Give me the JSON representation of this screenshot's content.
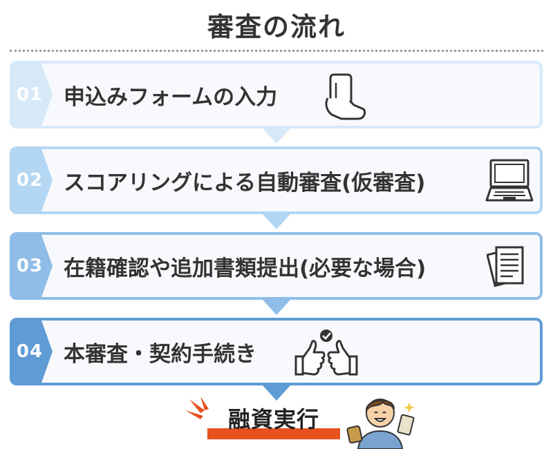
{
  "title": "審査の流れ",
  "steps": [
    {
      "number": "01",
      "label": "申込みフォームの入力",
      "icon": "smartphone-icon",
      "color": "#d6e9f9"
    },
    {
      "number": "02",
      "label": "スコアリングによる自動審査(仮審査)",
      "icon": "laptop-icon",
      "color": "#b3d6f3"
    },
    {
      "number": "03",
      "label": "在籍確認や追加書類提出(必要な場合)",
      "icon": "documents-icon",
      "color": "#8fbde8"
    },
    {
      "number": "04",
      "label": "本審査・契約手続き",
      "icon": "thumbs-up-icon",
      "color": "#5f9bd5"
    }
  ],
  "final": {
    "label": "融資実行",
    "accent": "#e8501e"
  },
  "illustration": "happy-man-with-money-icon"
}
